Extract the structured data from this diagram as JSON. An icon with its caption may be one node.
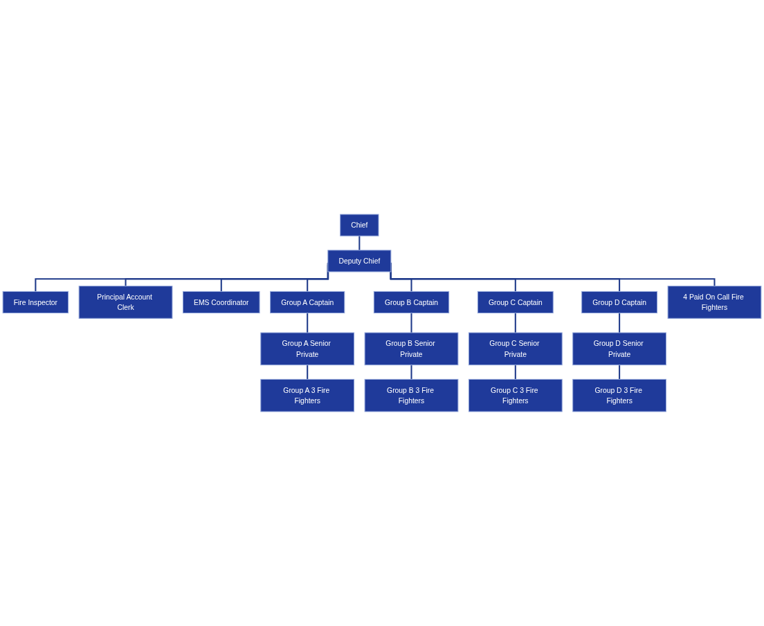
{
  "diagram": {
    "nodes": [
      {
        "text": [
          "Chief"
        ]
      },
      {
        "text": [
          "Deputy Chief"
        ]
      },
      {
        "text": [
          "Fire Inspector"
        ]
      },
      {
        "text": [
          "Principal Account Clerk"
        ]
      },
      {
        "text": [
          "EMS Coordinator"
        ]
      },
      {
        "text": [
          "Group A Captain"
        ]
      },
      {
        "text": [
          "Group B Captain"
        ]
      },
      {
        "text": [
          "Group C Captain"
        ]
      },
      {
        "text": [
          "Group D Captain"
        ]
      },
      {
        "text": [
          "4 Paid On Call Fire Fighters"
        ]
      },
      {
        "text": [
          "Group A Senior Private"
        ]
      },
      {
        "text": [
          "Group B Senior Private"
        ]
      },
      {
        "text": [
          "Group C Senior Private"
        ]
      },
      {
        "text": [
          "Group D Senior Private"
        ]
      },
      {
        "text": [
          "Group A 3 Fire Fighters"
        ]
      },
      {
        "text": [
          "Group B 3 Fire Fighters"
        ]
      },
      {
        "text": [
          "Group C 3 Fire Fighters"
        ]
      },
      {
        "text": [
          "Group D 3 Fire Fighters"
        ]
      }
    ],
    "edges": [
      {
        "from": 0,
        "to": 1,
        "arrow": "none"
      },
      {
        "from": 1,
        "to": 2,
        "arrow": "none"
      },
      {
        "from": 1,
        "to": 3,
        "arrow": "none"
      },
      {
        "from": 1,
        "to": 4,
        "arrow": "none"
      },
      {
        "from": 1,
        "to": 5,
        "arrow": "none"
      },
      {
        "from": 1,
        "to": 6,
        "arrow": "none"
      },
      {
        "from": 1,
        "to": 7,
        "arrow": "none"
      },
      {
        "from": 1,
        "to": 8,
        "arrow": "none"
      },
      {
        "from": 1,
        "to": 9,
        "arrow": "none"
      },
      {
        "from": 5,
        "to": 10,
        "arrow": "none"
      },
      {
        "from": 6,
        "to": 11,
        "arrow": "none"
      },
      {
        "from": 7,
        "to": 12,
        "arrow": "none"
      },
      {
        "from": 8,
        "to": 13,
        "arrow": "none"
      },
      {
        "from": 10,
        "to": 14,
        "arrow": "none"
      },
      {
        "from": 11,
        "to": 15,
        "arrow": "none"
      },
      {
        "from": 12,
        "to": 16,
        "arrow": "none"
      },
      {
        "from": 13,
        "to": 17,
        "arrow": "none"
      }
    ]
  }
}
